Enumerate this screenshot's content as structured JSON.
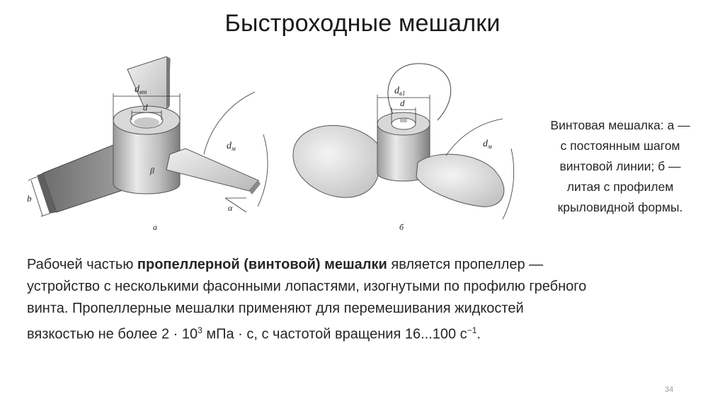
{
  "slide": {
    "title": "Быстроходные мешалки",
    "caption": {
      "lines": [
        "Винтовая мешалка: а —",
        "с постоянным шагом",
        "винтовой линии; б —",
        "литая с профилем",
        "крыловидной формы."
      ]
    },
    "body": {
      "seg1": "Рабочей частью ",
      "seg_bold": "пропеллерной (винтовой) мешалки",
      "seg2": " является пропеллер —",
      "line2": "устройство с несколькими фасонными лопастями, изогнутыми по профилю гребного",
      "line3": "винта. Пропеллерные мешалки применяют для перемешивания жидкостей",
      "line4_a": "вязкостью не более 2 · 10",
      "line4_sup1": "3",
      "line4_b": " мПа · с, с частотой вращения 16...100 с",
      "line4_sup2": "−1",
      "line4_c": "."
    },
    "page_number": "34"
  },
  "figure": {
    "part_a": {
      "label": "а",
      "dim_outer": "d",
      "dim_outer_sub": "вт",
      "dim_inner": "d",
      "dim_blade": "d",
      "dim_blade_sub": "м",
      "angle_beta": "β",
      "angle_alpha": "α",
      "width_b": "b"
    },
    "part_b": {
      "label": "б",
      "dim_outer": "d",
      "dim_outer_sub": "в1",
      "dim_inner": "d",
      "dim_blade": "d",
      "dim_blade_sub": "м"
    }
  }
}
